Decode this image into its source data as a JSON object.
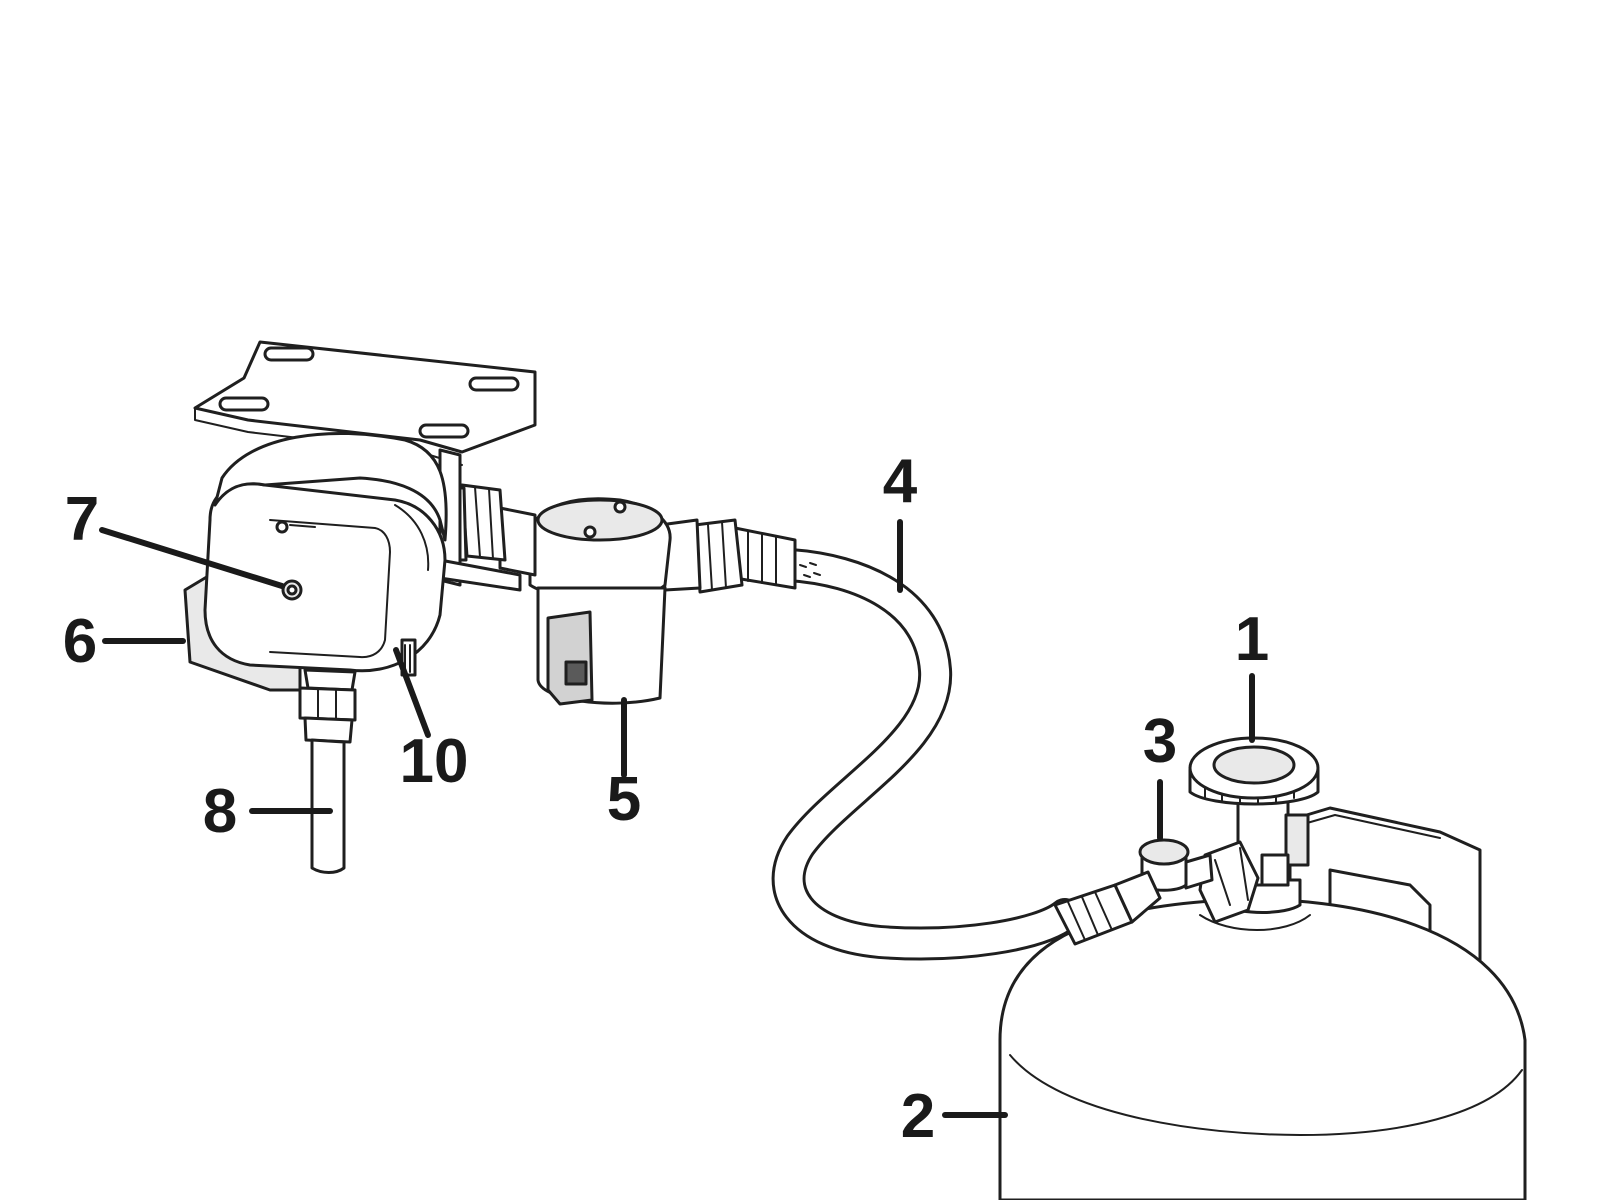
{
  "diagram": {
    "callouts": [
      {
        "id": "1",
        "label": "1"
      },
      {
        "id": "2",
        "label": "2"
      },
      {
        "id": "3",
        "label": "3"
      },
      {
        "id": "4",
        "label": "4"
      },
      {
        "id": "5",
        "label": "5"
      },
      {
        "id": "6",
        "label": "6"
      },
      {
        "id": "7",
        "label": "7"
      },
      {
        "id": "8",
        "label": "8"
      },
      {
        "id": "10",
        "label": "10"
      }
    ],
    "colors": {
      "line": "#1f1f1f",
      "background": "#ffffff",
      "shade_light": "#e9e9e9",
      "shade_mid": "#d2d2d2"
    }
  }
}
